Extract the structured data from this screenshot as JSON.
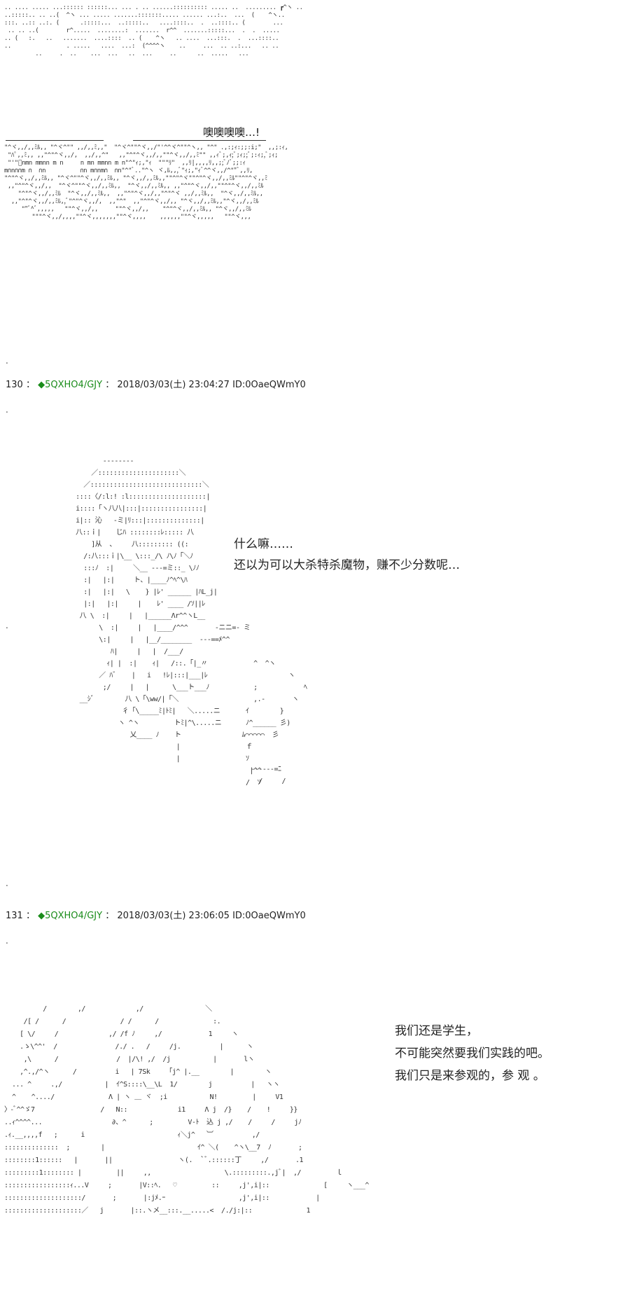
{
  "scene1": {
    "sound_text": "噢噢噢噢…!",
    "ascii_top": ".. .... ..... ...:::::: ::::::... ... . .. ......:::::::::: ..... ..  ......... ┏^ヽ .. \n..:::::.. .. ..(  ^ヽ ... ..... .......:::::::..... ...... ...:..  ...  (    ^ヽ..\n:::. ..:: ..:. (      .:::::...  ..:::::..   ....::::..  .  ..::::.. (        ...\n .. .. ..(        r^.....  ........:  .......  r^^  .......:::::...  .  .  .....\n.. (   :.   ..   .......  ....::::  .. (    ^ヽ   .. ....  ...:::.  .  ...::::..\n..                . .....   ....  ...:  (^^^^ヽ    ..     ...  .. ..:...   .. ..\n         ..     .  ..    ...  ...   ..  ...     ..      ..  .....   ...",
    "ascii_crowd": "\"^ヾ,,/,,ﾐﾙ,, \"^ヾ^\"\" ,,/,,ﾐ,,\"  \"^ヾ^\"\"^ヾ,,/\"'^^ヾ^\"\"^ヽ,, \"^\" .,:;ｨ:;;:i;\"  ,,;:ｨ,\n \"ﾊﾟ,,ﾐ,, ,,\"^\"^ヾ,,/,  ,,/,,^\"   ,,\"^\"^ヾ,,/,,\"\"^ヾ,,/,,ﾐ\"\" ,,ｨﾞ;,ｨ;ﾞ;ｨ;;ﾞ;:ｨ;,ﾞ;ｨ;\n \"'\"ﾞnmn mmnn m n     n mn mmnn m n\"^\"ｨ;,\"ｨ  \"\"\"ﾘ\"  ,,ﾘ|,,,,ﾘ,,;;ﾞﾉﾞ;;:ｨ\nm∩n∩∩m ∩  ∩n          ∩n m∩nm∩  ∩n\"^\"ﾞ..\"^ヽ ヾ,ﾙ,,,ﾞ\"ｨ;,\"ｨﾞ^^ヾ,,/^\"\"ﾞ,,ﾘ,\n\"^\"^ヾ,,/,,ﾐﾙ,, \"^ヾ^\"\"^ヾ,,/,,ﾐﾙ,, \"^ヾ,,/,,ﾐﾙ,,\"\"^\"^ヾ\"\"^\"^ヾ,,/,,ﾐﾙ\"\"^\"^ヾ,,ﾐ\n ,,\"^\"^ヾ,,/,,  \"^ヾ^\"\"^ヾ,,/,,ﾐﾙ,,  \"^ヾ,,/,,ﾐﾙ,, ,,\"^\"^ヾ,,/,,\"\"^\"^ヾ,,/,,ﾐﾙ\n    \"^\"^ヾ,,/,,ﾐﾙ  \"^ヾ,,/,,ﾐﾙ,,  ,,\"^\"^ヾ,,/,,\"^\"^ヾ ,,/,,ﾐﾙ,,  \"^ヾ,,/,,ﾐﾙ,,\n  ,,\"^\"^ヾ,,/,,ﾐﾙ,,ﾞ\"^\"^ヾ,,/,  ,,\"^\"  ,,\"^\"^ヾ,,/,, \"^ヾ,,/,,ﾐﾙ,,\"^ヾ,,/,,ﾐﾙ\n     \"\"ﾞ^ﾞ,,,,,   \"\"^ヾ,,/,,     \"\"^ヾ,,/,,    \"^\"^ヾ,,/,,ﾐﾙ,, \"^ヾ,,/,,ﾐﾙ\n        \"\"\"^ヾ,,/,,,,\"\"^ヾ,,,,,,,\"\"^ヾ,,,,    ,,,,,,\"\"^ヾ,,,,,   \"\"^ヾ,,,"
  },
  "posts": [
    {
      "number": "130",
      "separator": "：",
      "diamond": "◆",
      "trip": "5QXHO4/GJY",
      "date": "2018/03/03(土) 23:04:27 ID:0OaeQWmY0",
      "lines": [
        "什么嘛……",
        "还以为可以大杀特杀魔物，赚不少分数呢…"
      ],
      "ascii": "               --------\n            ／:::::::::::::::::::::＼\n          ／:::::::::::::::::::::::::::::＼\n        ::::〈/:l:! :l::::::::::::::::::::|\n        i::::「ヽ八八|:::|::::::::::::::::|\n        i|:: 沁   -ミ|ﾘ:::|::::::::::::::|\n        八::ｉ|    じﾊ ::::::::ﾚ::::: 八\n            ]从  、    八::::::::: ((:\n          /:八:::ｉ|\\__ \\:::_/\\ ﾉ\\ﾉ「＼ﾉ\n          :::ﾉ  :|     ＼__ ---=ミ::_ \\ﾉﾉ\n          :|   |:|     ト、|____ﾉ^ﾍ^\\ﾊ\n          :|   |:|   \\    } |ﾚ' ______ |ﾊL_j|\n          |:|   |:|     |    ﾚ' ____ /ｿ||ﾚ\n         八 \\  :|     |   |______Λr^^ヽL__\n              \\  :|     |   |____/^^^       -ニニ=- ミ\n              \\:|     |   |__/________  ---==ﾒ^^\n                 ﾊ|     |   |  /___/\n                ｨ| |  :|    ｨ|   /::.「|_〃\n              ／ ﾊﾞ    |   i   !ﾚ|:::|___|ﾚ\n               ;/     |   |      \\___ト___ﾉ\n         __ｼﾞ        八 \\「\\ww/|「＼\n                    彳「\\_____ﾐ|ﾄﾐ|   ＼.....ニ\n                   ヽ ^ヽ         トﾐ|^\\.....ニ\n                      乂____ ﾉ    ト          \n                                  |\n                                  |\n",
      "ascii_right": "\n\n\n\n\n\n\n\n\n\n\n\n\n\n\n\n\n    ^  ^ヽ\n             ヽ\n    ;            ﾍ\n    ,.-       ヽ\n  ｲ        }\n  ﾉ^______ 彡)\n ﾑ⌒⌒⌒⌒⌒  彡\n  ｆ\n  ｿ\n   |^^\n  /  ｿ\n",
      "ascii_bottom": "                ------=ﾆ\n                  /     /\n"
    },
    {
      "number": "131",
      "separator": "：",
      "diamond": "◆",
      "trip": "5QXHO4/GJY",
      "date": "2018/03/03(土) 23:06:05 ID:0OaeQWmY0",
      "lines": [
        "我们还是学生，",
        "不可能突然要我们实践的吧。",
        "我们只是来参观的，参  观  。"
      ],
      "ascii": "          /        ,/             ,/                ＼\n     /[ /      /              / /      /              :.\n    [ \\/     /             ,/ /f ﾉ     ,/            1     ヽ\n    .ゝ\\^^'  /               /./ .   /     /j.          |      ヽ\n     ,\\      /               /  |/\\! ,/  /j           |       lヽ\n    ,^.,/^ヽ      /          i   | 7Sk    「j^ |.__        |        ヽ\n  ... ^     .,/           |  ｲ^S::::\\__\\L  1/        j          |   ヽヽ\n  ^    ^..../              Λ | ヽ ＿ ヾ  ;i           N!         |     V1\n〉-ﾞ^^ゞ7                 /   N::             i1     Λ j  /}    /    !     }}\n..ｨ^^^^...                  ∂、^      ;         V-ﾄ  込 j ,/    /     /     jﾉ\n.ｨ.__,,,,f   ;      i                        ｨ＼j^   ︺          ,/\n::::::::::::::  ;        |                        ｲ^ ＼(    ^ヽ\\__7  ﾉ       ;\n::::::::1::::::   |       ||                 ヽ(.  `ﾞ.::::::丁     ,/       .1\n:::::::::1:::::::: |         ||     ,,                   \\.:::::::::.,jﾞ|  ,/         ｌ\n:::::::::::::::::ｨ...V     ;       |V::ﾍ.   ♡         ::     ,j',i|::              [     ヽ___^\n::::::::::::::::::::/       ;       |:jﾒ.ｰ                   ,j',i|::            |\n::::::::::::::::::::／   j       |::.ヽメ__:::.__.....<  /./j:|::              1\n"
    }
  ]
}
